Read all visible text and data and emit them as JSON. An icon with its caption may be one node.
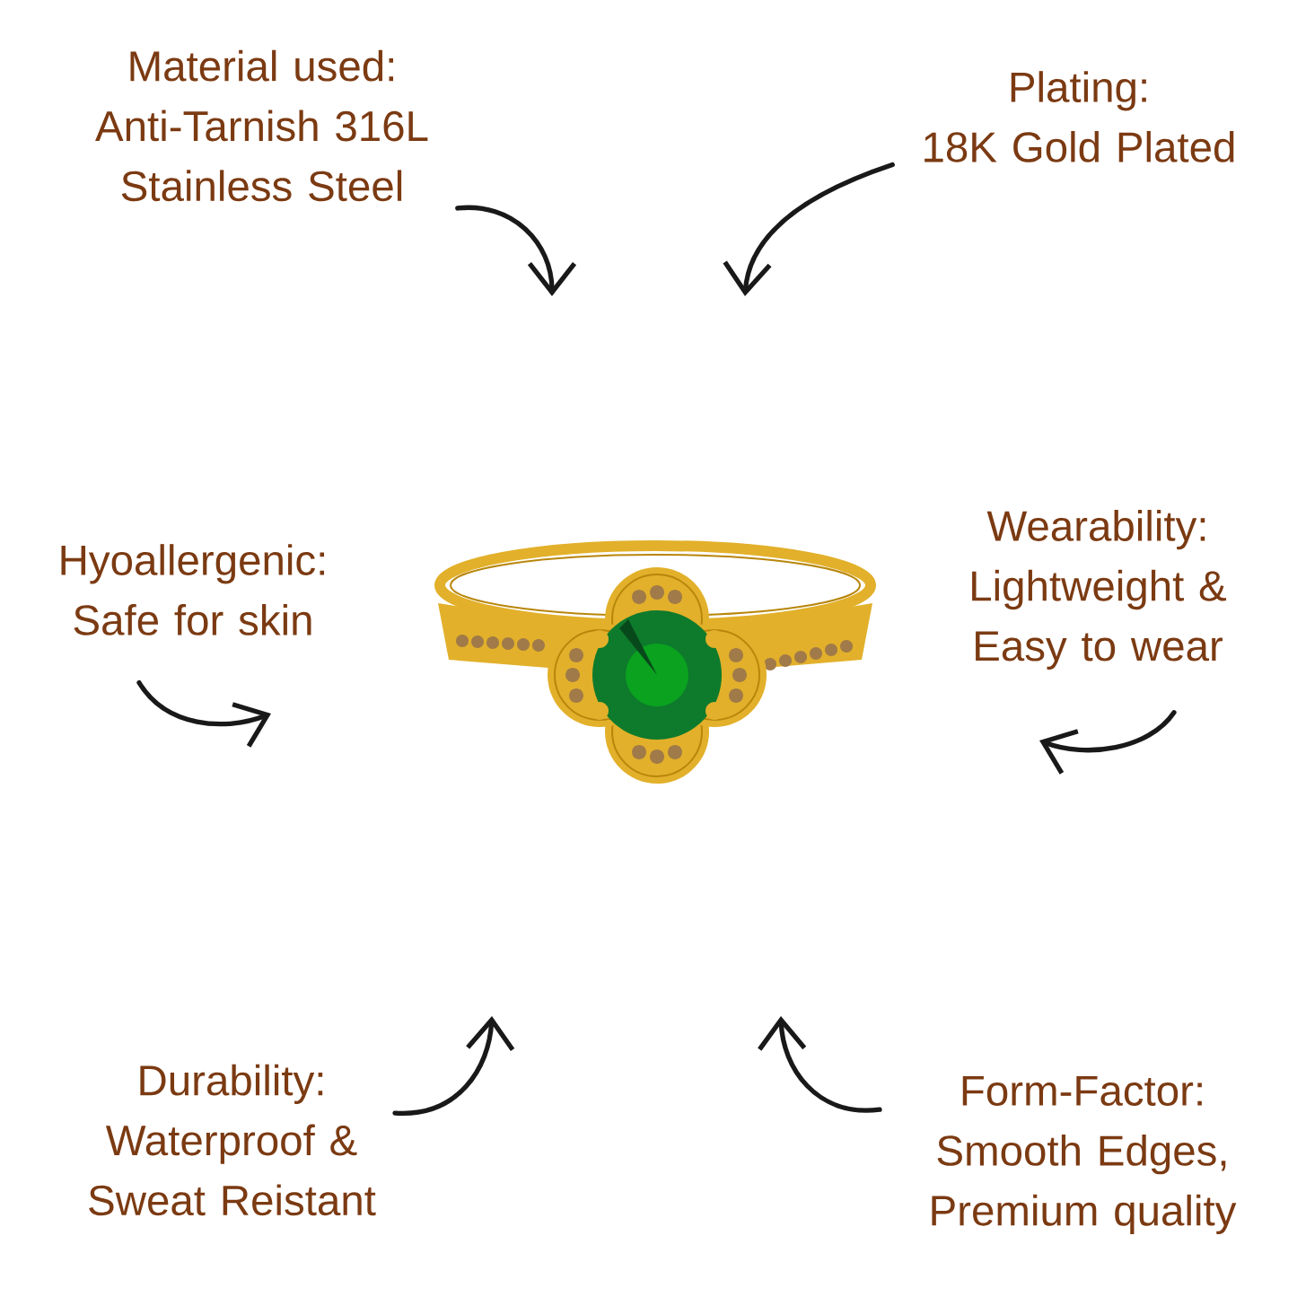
{
  "diagram": {
    "nodes": [
      {
        "text": [
          "Material used:",
          "Anti-Tarnish 316L Stainless Steel"
        ]
      },
      {
        "text": [
          "Plating:",
          "18K Gold Plated"
        ]
      },
      {
        "text": [
          "Hyoallergenic:",
          "Safe for skin"
        ]
      },
      {
        "text": [
          "Wearability:",
          "Lightweight & Easy to wear"
        ]
      },
      {
        "text": [
          "Durability:",
          "Waterproof & Sweat Reistant"
        ]
      },
      {
        "text": [
          "Form-Factor:",
          "Smooth Edges, Premium quality"
        ]
      }
    ],
    "edges": [
      {
        "from": 0,
        "to": null,
        "arrow": "to"
      },
      {
        "from": 1,
        "to": null,
        "arrow": "to"
      },
      {
        "from": 2,
        "to": null,
        "arrow": "to"
      },
      {
        "from": 3,
        "to": null,
        "arrow": "to"
      },
      {
        "from": 4,
        "to": null,
        "arrow": "to"
      },
      {
        "from": 5,
        "to": null,
        "arrow": "to"
      }
    ]
  }
}
